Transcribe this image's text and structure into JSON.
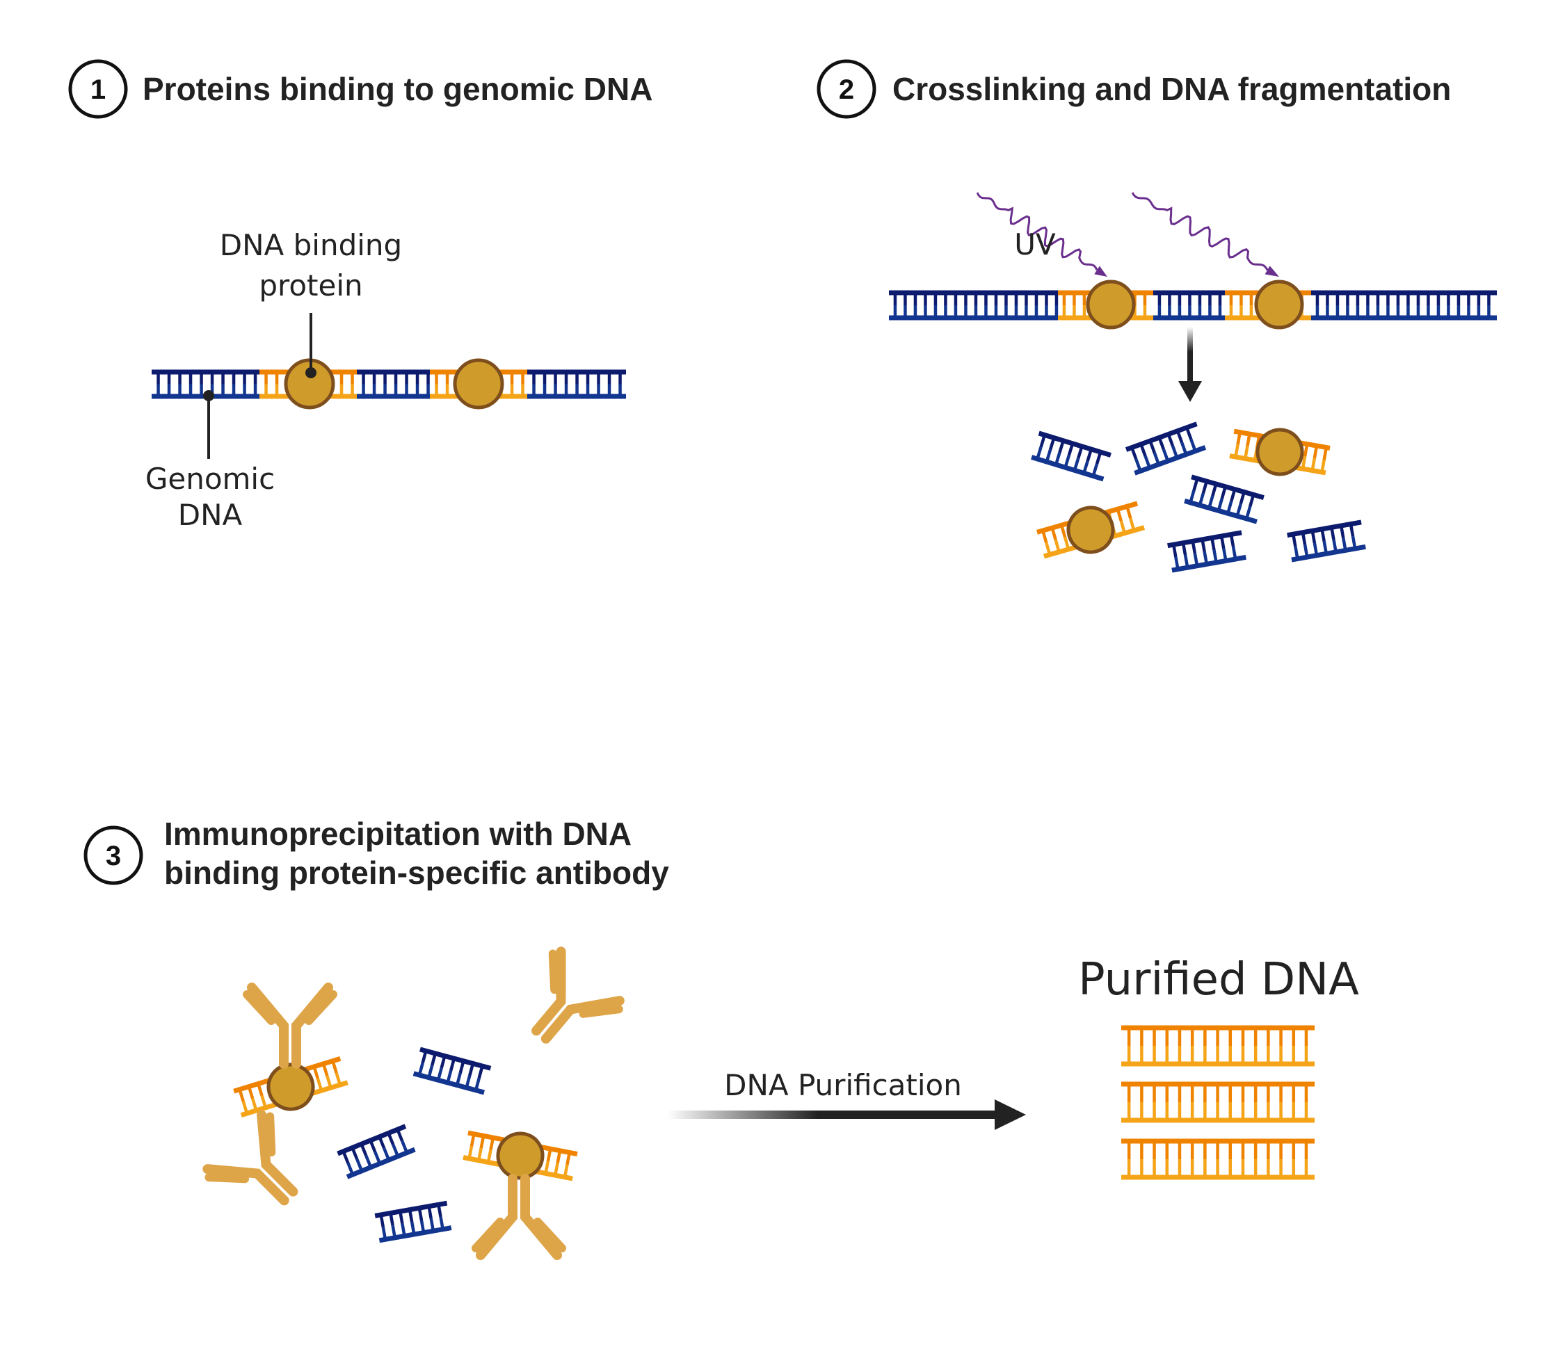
{
  "figure": {
    "steps": [
      {
        "number": "1",
        "title_lines": [
          "Proteins binding to genomic DNA"
        ]
      },
      {
        "number": "2",
        "title_lines": [
          "Crosslinking and DNA fragmentation"
        ]
      },
      {
        "number": "3",
        "title_lines": [
          "Immunoprecipitation with DNA",
          "binding protein-specific antibody"
        ]
      }
    ],
    "panel1": {
      "protein_label_lines": [
        "DNA binding",
        "protein"
      ],
      "genomic_label_lines": [
        "Genomic",
        "DNA"
      ]
    },
    "panel2": {
      "uv_label": "UV"
    },
    "panel3": {
      "arrow_label": "DNA Purification",
      "result_label": "Purified DNA"
    },
    "colors": {
      "dna_dark": "#0d1b6e",
      "dna_dark_low": "#123590",
      "dna_orange": "#ef8300",
      "dna_orange_low": "#f5a418",
      "protein_fill": "#cf9c2c",
      "protein_stroke": "#7e4f1d",
      "antibody": "#dea448",
      "uv": "#6a2f8e",
      "ink": "#222222"
    }
  }
}
